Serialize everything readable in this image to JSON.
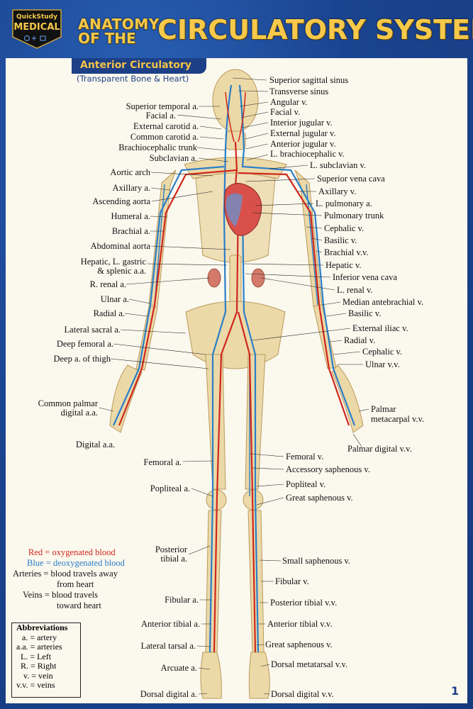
{
  "header": {
    "brand_top": "QuickStudy",
    "brand_bottom": "MEDICAL",
    "title_top": "ANATOMY",
    "title_mid": "OF THE",
    "title_main": "CIRCULATORY SYSTEM"
  },
  "subtitle": {
    "main": "Anterior Circulatory",
    "sub": "(Transparent Bone & Heart)"
  },
  "labels_left": [
    "Superior temporal a.",
    "Facial a.",
    "External carotid a.",
    "Common carotid a.",
    "Brachiocephalic trunk",
    "Subclavian a.",
    "Aortic arch",
    "Axillary a.",
    "Ascending aorta",
    "Humeral a.",
    "Brachial a.",
    "Abdominal aorta",
    "Hepatic, L. gastric",
    "& splenic a.a.",
    "R. renal a.",
    "Ulnar a.",
    "Radial a.",
    "Lateral sacral a.",
    "Deep femoral a.",
    "Deep a. of thigh",
    "Common palmar",
    "digital a.a.",
    "Digital a.a.",
    "Femoral a.",
    "Popliteal a.",
    "Posterior",
    "tibial a.",
    "Fibular a.",
    "Anterior tibial a.",
    "Lateral tarsal a.",
    "Arcuate a.",
    "Dorsal digital a."
  ],
  "labels_right": [
    "Superior sagittal sinus",
    "Transverse sinus",
    "Angular v.",
    "Facial v.",
    "Interior jugular v.",
    "External jugular v.",
    "Anterior jugular v.",
    "L. brachiocephalic v.",
    "L. subclavian v.",
    "Superior vena cava",
    "Axillary v.",
    "L. pulmonary a.",
    "Pulmonary trunk",
    "Cephalic v.",
    "Basilic v.",
    "Brachial v.v.",
    "Hepatic v.",
    "Inferior vena cava",
    "L. renal v.",
    "Median antebrachial v.",
    "Basilic v.",
    "External iliac v.",
    "Radial v.",
    "Cephalic v.",
    "Ulnar v.v.",
    "Palmar",
    "metacarpal v.v.",
    "Palmar digital v.v.",
    "Femoral v.",
    "Accessory saphenous v.",
    "Popliteal v.",
    "Great saphenous v.",
    "Small saphenous v.",
    "Fibular v.",
    "Posterior tibial v.v.",
    "Anterior tibial v.v.",
    "Great saphenous v.",
    "Dorsal metatarsal v.v.",
    "Dorsal digital v.v."
  ],
  "legend": {
    "red_key": "Red",
    "red_text": " = oxygenated blood",
    "blue_key": "Blue",
    "blue_text": " = deoxygenated blood",
    "arteries_1": "Arteries = blood travels away",
    "arteries_2": "from heart",
    "veins_1": "Veins = blood travels",
    "veins_2": "toward heart",
    "red_color": "#d0261c",
    "blue_color": "#2a7ec8"
  },
  "abbreviations": {
    "title": "Abbreviations",
    "rows": [
      "a. = artery",
      "a.a. = arteries",
      "L. = Left",
      "R. = Right",
      "v. = vein",
      "v.v. = veins"
    ]
  },
  "page_number": "1",
  "colors": {
    "frame_blue": "#1d3f86",
    "title_gold": "#f6c94a",
    "artery_red": "#d0261c",
    "vein_blue": "#2a7ec8",
    "bone": "#e9d6a6"
  }
}
